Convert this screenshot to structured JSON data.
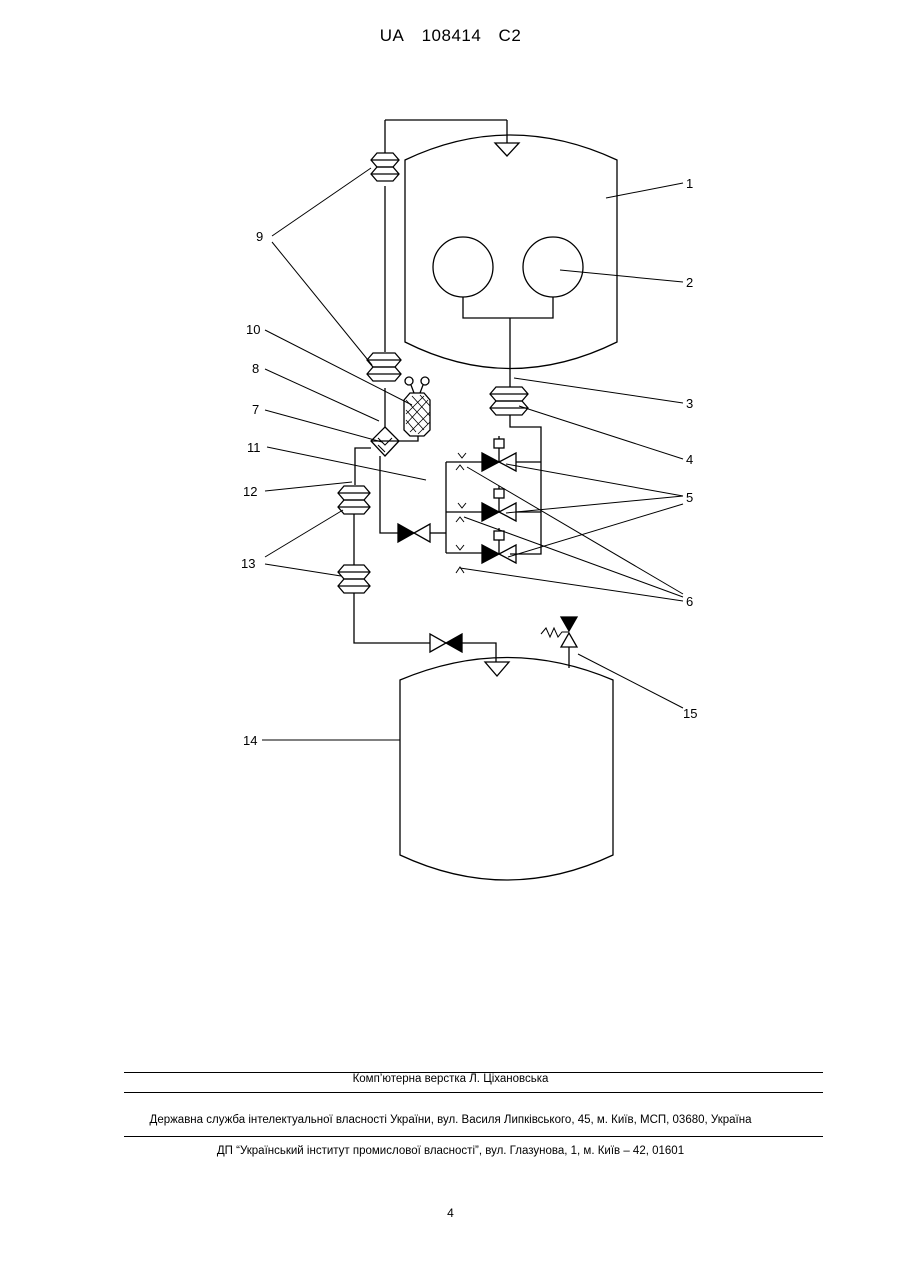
{
  "header": {
    "country": "UA",
    "number": "108414",
    "kind": "C2"
  },
  "figure": {
    "labels": {
      "l1": "1",
      "l2": "2",
      "l3": "3",
      "l4": "4",
      "l5": "5",
      "l6": "6",
      "l7": "7",
      "l8": "8",
      "l9": "9",
      "l10": "10",
      "l11": "11",
      "l12": "12",
      "l13": "13",
      "l14": "14",
      "l15": "15"
    }
  },
  "footer": {
    "layout_credit": "Комп’ютерна верстка Л. Ціхановська",
    "agency": "Державна служба інтелектуальної власності України, вул. Василя Липківського, 45, м. Київ, МСП, 03680, Україна",
    "institute": "ДП “Український інститут промислової власності”, вул. Глазунова, 1, м. Київ – 42, 01601"
  },
  "page_number": "4"
}
